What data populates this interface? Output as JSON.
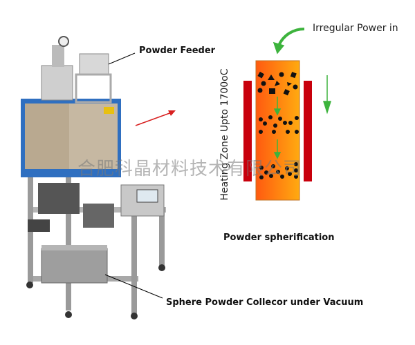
{
  "labels": {
    "powder_feeder": "Powder Feeder",
    "irregular_power_in": "Irregular Power in",
    "heating_zone": "Heating Zone Upto 1700oC",
    "powder_spherification": "Powder spherification",
    "collector": "Sphere Powder Collecor under Vacuum"
  },
  "watermark": "合肥科晶材料技术有限公司",
  "colors": {
    "furnace_blue": "#2f6fc0",
    "tube_orange": "#ff6a10",
    "heater_red": "#c8000c",
    "arrow_green": "#3db33d"
  }
}
